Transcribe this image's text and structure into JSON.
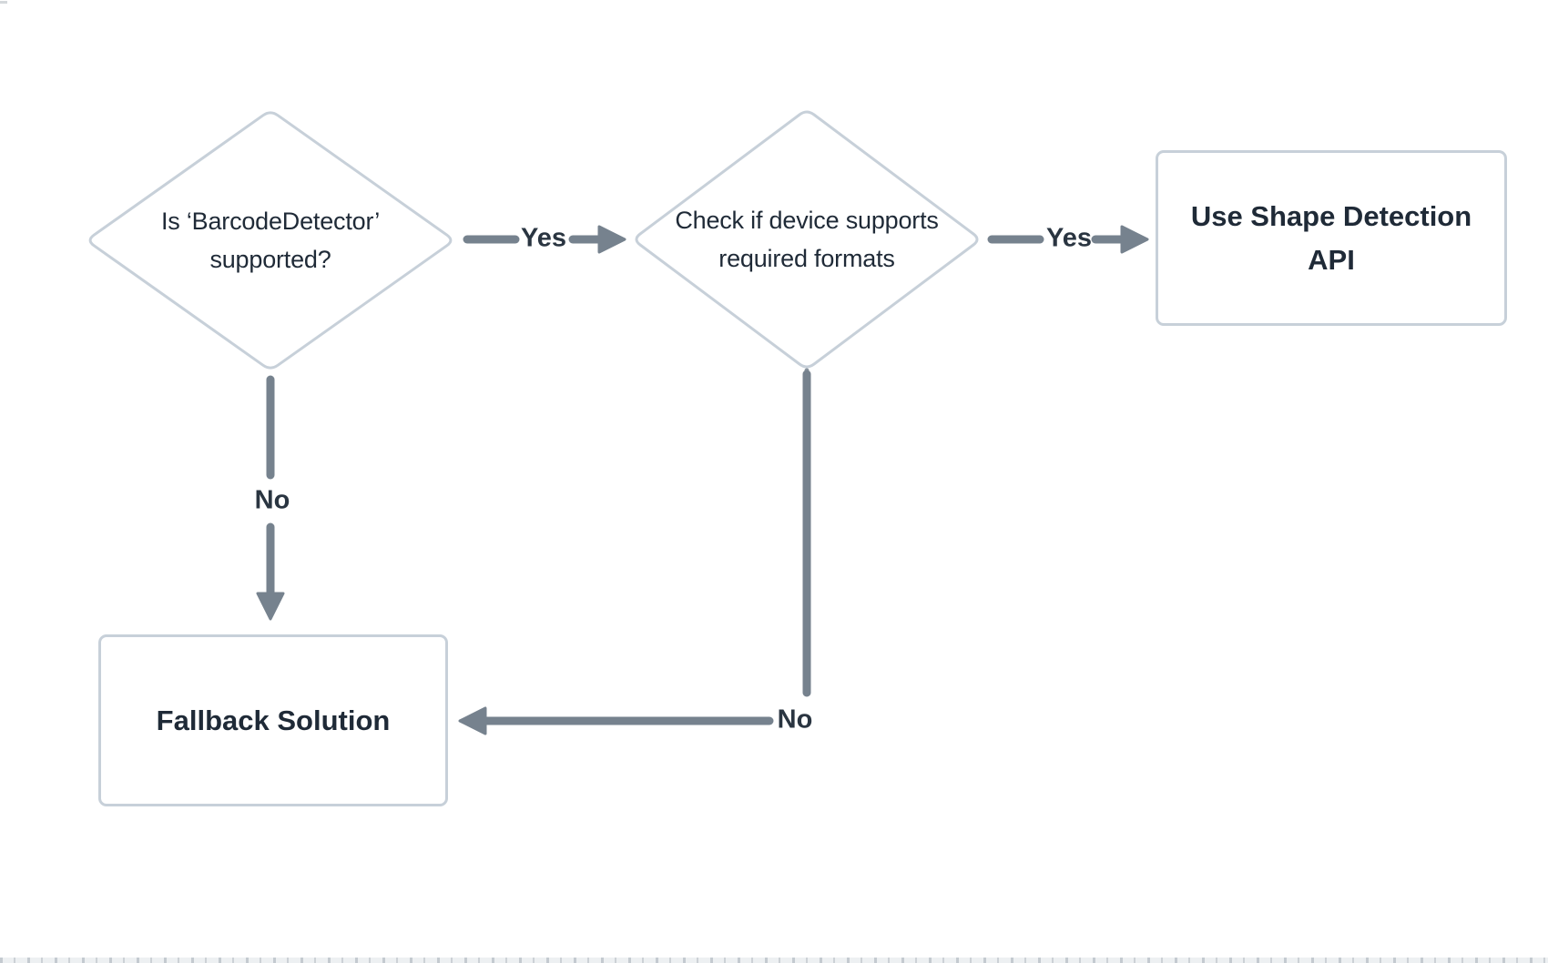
{
  "diagram": {
    "colors": {
      "background": "#ffffff",
      "node_border": "#c7d0d9",
      "connector": "#76828e",
      "text": "#1f2a37",
      "ruler_background": "#edf0f2",
      "ruler_tick": "#c4cad0"
    },
    "nodes": {
      "barcode_decision": {
        "type": "decision",
        "line1": "Is ‘BarcodeDetector’",
        "line2": "supported?"
      },
      "formats_decision": {
        "type": "decision",
        "line1": "Check if device supports",
        "line2": "required formats"
      },
      "shape_api": {
        "type": "process",
        "line1": "Use Shape Detection",
        "line2": "API"
      },
      "fallback": {
        "type": "process",
        "line1": "Fallback Solution"
      }
    },
    "edge_labels": {
      "yes1": "Yes",
      "yes2": "Yes",
      "no1": "No",
      "no2": "No"
    }
  }
}
